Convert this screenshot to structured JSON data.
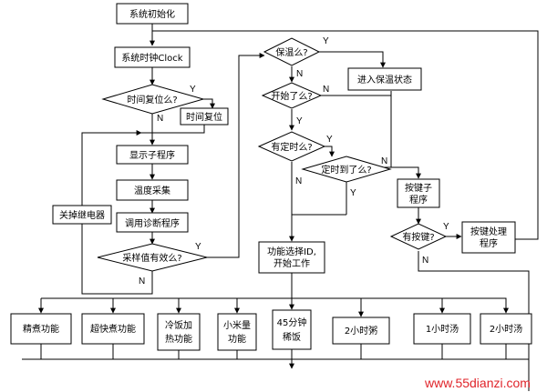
{
  "nodes": {
    "init": "系统初始化",
    "clock": "系统时钟Clock",
    "time_reset_q": "时间复位么?",
    "time_reset": "时间复位",
    "display": "显示子程序",
    "temp_sample": "温度采集",
    "diagnose": "调用诊断程序",
    "sample_valid_q": "采样值有效么?",
    "relay_off": "关掉继电器",
    "keep_warm_q": "保温么?",
    "enter_warm": "进入保温状态",
    "started_q": "开始了么?",
    "timed_q": "有定时么?",
    "time_up_q": "定时到了么?",
    "key_sub_1": "按键子",
    "key_sub_2": "程序",
    "has_key_q": "有按键?",
    "key_proc_1": "按键处理",
    "key_proc_2": "程序",
    "select_1": "功能选择ID,",
    "select_2": "开始工作",
    "f1": "精煮功能",
    "f2": "超快煮功能",
    "f3a": "冷饭加",
    "f3b": "热功能",
    "f4a": "小米量",
    "f4b": "功能",
    "f5a": "45分钟",
    "f5b": "稀饭",
    "f6": "2小时粥",
    "f7": "1小时汤",
    "f8": "2小时汤"
  },
  "yes": "Y",
  "no": "N",
  "watermark": "www.55dianzi.com"
}
